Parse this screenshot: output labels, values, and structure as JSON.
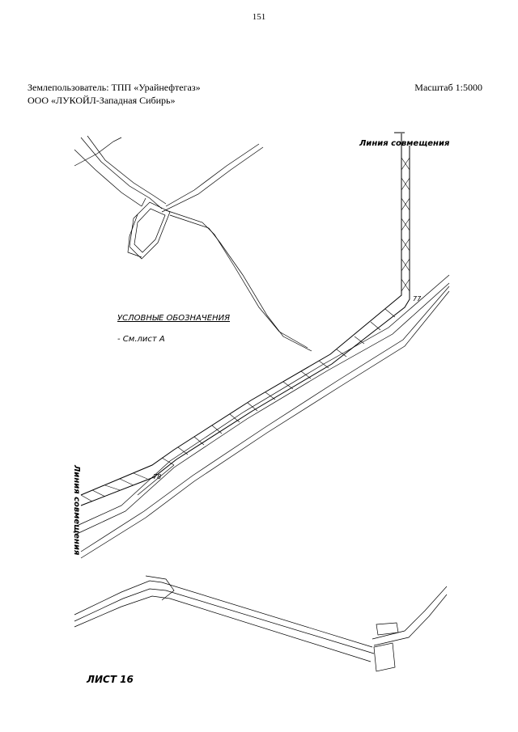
{
  "page_number": "151",
  "header": {
    "land_user": "Землепользователь: ТПП «Урайнефтегаз»",
    "company": "ООО «ЛУКОЙЛ-Западная Сибирь»",
    "scale": "Масштаб 1:5000"
  },
  "map": {
    "matchline_top": "Линия совмещения",
    "matchline_left": "Линия совмещения",
    "point_77": "77",
    "point_78": "78",
    "legend": {
      "title": "УСЛОВНЫЕ ОБОЗНАЧЕНИЯ",
      "item": "- См.лист А"
    }
  },
  "sheet_label": "ЛИСТ 16"
}
